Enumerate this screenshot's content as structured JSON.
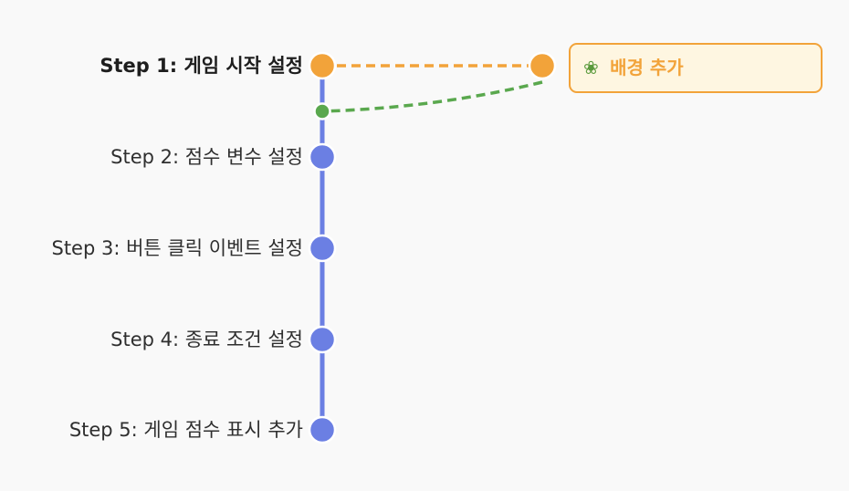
{
  "steps": [
    {
      "label": "Step 1: 게임 시작 설정",
      "active": true
    },
    {
      "label": "Step 2: 점수 변수 설정",
      "active": false
    },
    {
      "label": "Step 3: 버튼 클릭 이벤트 설정",
      "active": false
    },
    {
      "label": "Step 4: 종료 조건 설정",
      "active": false
    },
    {
      "label": "Step 5: 게임 점수 표시 추가",
      "active": false
    }
  ],
  "branch": {
    "label": "배경 추가",
    "icon": "herb-icon"
  },
  "colors": {
    "main_line": "#6b7fe3",
    "active_node": "#f2a33a",
    "merge_node": "#5aa84e",
    "branch_fill": "#fef6e1"
  }
}
